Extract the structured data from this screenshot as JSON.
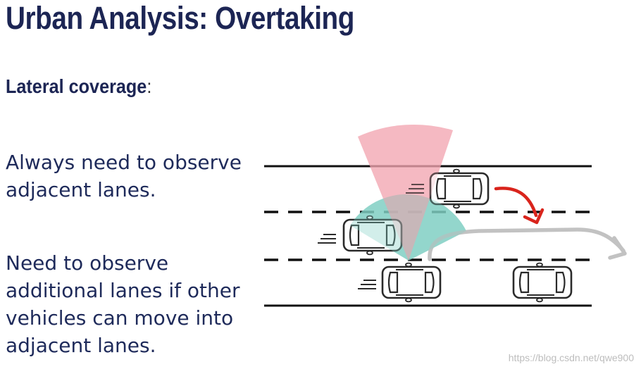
{
  "slide": {
    "title": "Urban Analysis: Overtaking",
    "subheading": "Lateral coverage",
    "subheading_colon": ":",
    "paragraph1": [
      "Always need to observe",
      "adjacent lanes."
    ],
    "paragraph2": [
      "Need to observe",
      "additional lanes if other",
      "vehicles can move into",
      "adjacent lanes."
    ]
  },
  "colors": {
    "title": "#1c2554",
    "red_sensor_cone": "#f2a5b1",
    "teal_sensor_cone": "#7fcfc2",
    "red_arrow": "#d9241c",
    "grey_arrow": "#bdbdbd"
  },
  "watermark": "https://blog.csdn.net/qwe900"
}
